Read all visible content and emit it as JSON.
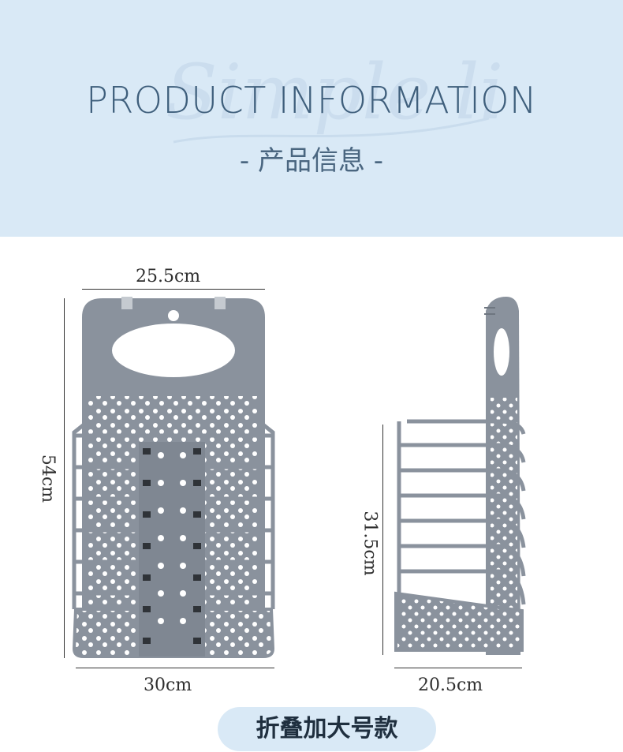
{
  "header": {
    "watermark": "Simple living",
    "title": "PRODUCT INFORMATION",
    "subtitle": "- 产品信息 -"
  },
  "dimensions": {
    "front_top_width": "25.5cm",
    "front_height": "54cm",
    "front_bottom_width": "30cm",
    "side_height": "31.5cm",
    "side_bottom_width": "20.5cm"
  },
  "footer": {
    "label": "折叠加大号款"
  },
  "colors": {
    "header_bg": "#d9e9f6",
    "basket_gray": "#8a929d",
    "basket_dark": "#6e7680",
    "title_color": "#3f5f7c"
  }
}
